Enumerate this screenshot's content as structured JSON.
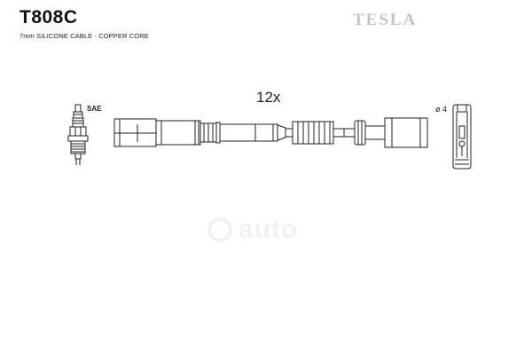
{
  "header": {
    "part_number": "T808C",
    "description": "7mm SILICONE CABLE - COPPER CORE",
    "brand": "TESLA"
  },
  "diagram": {
    "quantity_label": "12x",
    "plug_standard_label": "SAE",
    "terminal_size_label": "ø 4"
  },
  "watermark": {
    "text": "auto"
  },
  "colors": {
    "line": "#222222",
    "brand_gray": "#c4c4c4",
    "watermark": "#f1f1f1"
  }
}
